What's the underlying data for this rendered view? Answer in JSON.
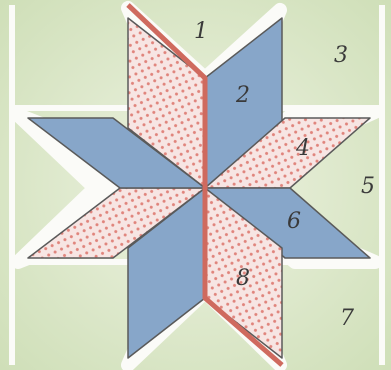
{
  "figure": {
    "labels": [
      "1",
      "2",
      "3",
      "4",
      "5",
      "6",
      "7",
      "8"
    ]
  },
  "colors": {
    "background_green": "#dfeacd",
    "outline_white": "#fbfbf8",
    "outline_dark": "#5a5a5a",
    "blue_diamond": "#87a6c9",
    "pink_diamond": "#f7e5e3",
    "pink_dot": "#e0847c",
    "red_seam": "#cf6a5e"
  }
}
